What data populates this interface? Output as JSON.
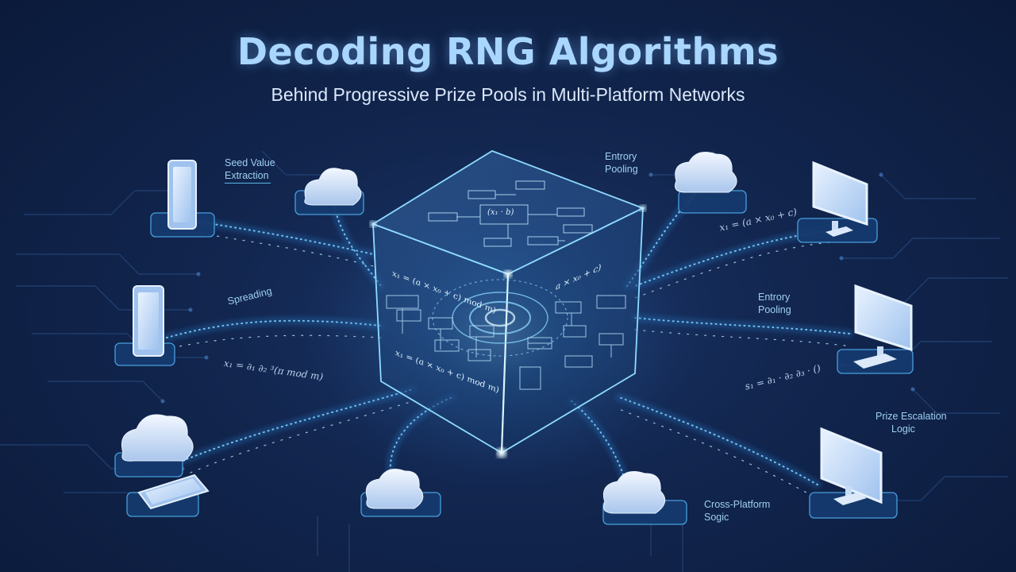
{
  "header": {
    "title": "Decoding RNG Algorithms",
    "subtitle": "Behind Progressive Prize Pools in Multi-Platform Networks"
  },
  "labels": {
    "seed_value": [
      "Seed Value",
      "Extraction"
    ],
    "entropy_top": [
      "Entrory",
      "Pooling"
    ],
    "spreading": "Spreading",
    "entropy_right": [
      "Entrory",
      "Pooling"
    ],
    "prize_escalation": [
      "Prize Escalation",
      "Logic"
    ],
    "cross_platform": [
      "Cross-Platform",
      "Sogic"
    ]
  },
  "formulas": {
    "top_right": "x₁ = (a × x₀ + c)",
    "left_mid": "x₁ = ∂₁ ∂₂ ³(π mod m)",
    "right_mid": "s₁ = ∂₁ · ∂₂ ∂₃ · ()"
  },
  "cube_formulas": {
    "left_face_1": "x₁ = (a × x₀ + c) mod m)",
    "left_face_2": "x₁ = (a × x₀ + c) mod m)",
    "right_face_1": "a × x₀ + c)",
    "top_face": "(x₁ · b)"
  },
  "colors": {
    "background": "#12264f",
    "glow": "#5ec8ff",
    "title": "#a9d6ff",
    "device": "#cfe2fb"
  }
}
